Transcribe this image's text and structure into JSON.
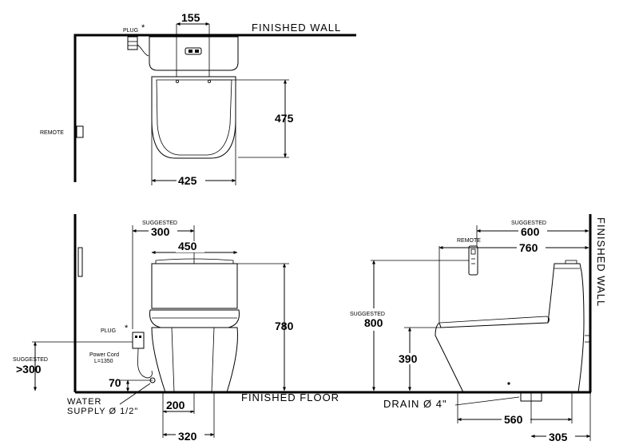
{
  "top_view": {
    "wall_label": "FINISHED  WALL",
    "plug_label": "PLUG",
    "plug_mark": "*",
    "remote_label": "REMOTE",
    "dim_155": "155",
    "dim_475": "475",
    "dim_425": "425"
  },
  "front_view": {
    "suggested_top": "SUGGESTED",
    "dim_300": "300",
    "dim_450": "450",
    "dim_780": "780",
    "plug_label": "PLUG",
    "plug_mark": "*",
    "power_cord_1": "Power  Cord",
    "power_cord_2": "L=1350",
    "suggested_left": "SUGGESTED",
    "dim_gt300": ">300",
    "dim_70": "70",
    "water_supply_1": "WATER",
    "water_supply_2": "SUPPLY Ø 1/2\"",
    "dim_200": "200",
    "dim_320": "320",
    "floor_label": "FINISHED  FLOOR"
  },
  "side_view": {
    "suggested_top": "SUGGESTED",
    "dim_600": "600",
    "remote_label": "REMOTE",
    "dim_760": "760",
    "suggested_left": "SUGGESTED",
    "dim_800": "800",
    "dim_390": "390",
    "drain_label": "DRAIN Ø 4\"",
    "dim_560": "560",
    "dim_305": "305",
    "wall_label": "FINISHED  WALL"
  }
}
